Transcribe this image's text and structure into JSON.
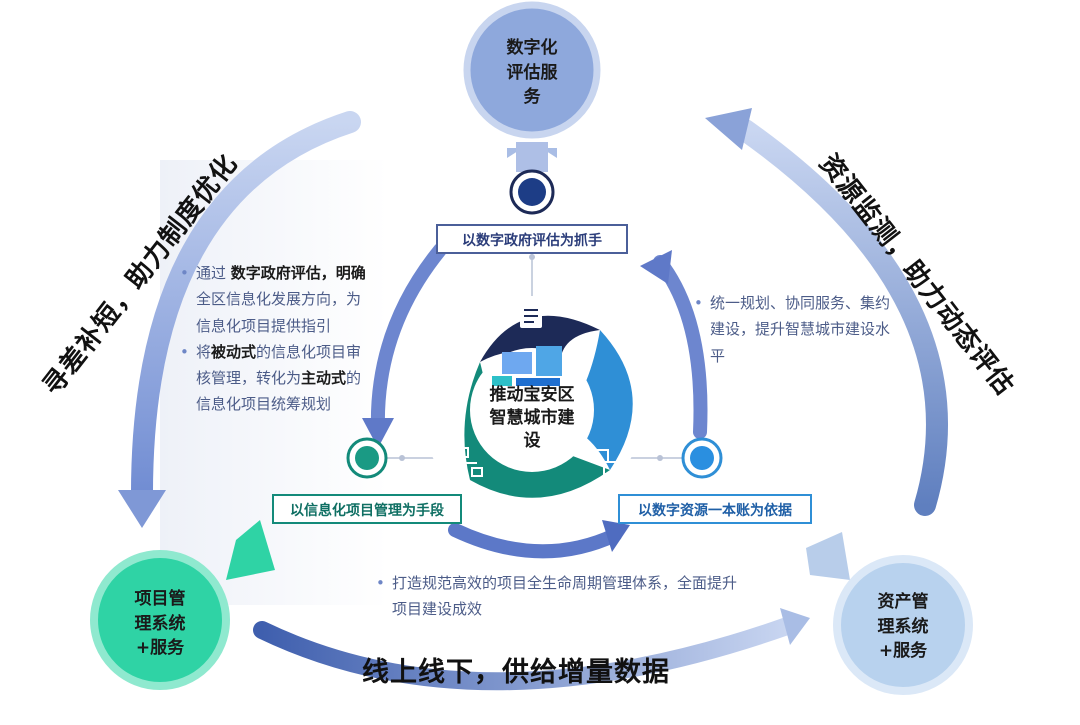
{
  "nodes": {
    "top": {
      "line1": "数字化",
      "line2": "评估服",
      "line3": "务"
    },
    "left": {
      "line1": "项目管",
      "line2": "理系统",
      "line3": "+服务"
    },
    "right": {
      "line1": "资产管",
      "line2": "理系统",
      "line3": "+服务"
    }
  },
  "center": {
    "line1": "推动宝安区",
    "line2": "智慧城市建",
    "line3": "设"
  },
  "tags": {
    "top": "以数字政府评估为抓手",
    "left": "以信息化项目管理为手段",
    "right": "以数字资源一本账为依据"
  },
  "side_labels": {
    "left": "寻差补短，助力制度优化",
    "right": "资源监测，助力动态评估",
    "bottom": "线上线下，供给增量数据"
  },
  "left_panel": {
    "b1_pre": "通过",
    "b1_bold": "数字政府评估，明确",
    "b1_l2": "全区信息化发展方向，为",
    "b1_l3": "信息化项目提供指引",
    "b2_pre": "将",
    "b2_bold1": "被动式",
    "b2_mid": "的信息化项目审",
    "b2_l2_pre": "核管理，转化为",
    "b2_bold2": "主动式",
    "b2_l2_post": "的",
    "b2_l3": "信息化项目统筹规划"
  },
  "right_panel": {
    "l1": "统一规划、协同服务、集约",
    "l2": "建设，提升智慧城市建设水",
    "l3": "平"
  },
  "bottom_panel": {
    "l1": "打造规范高效的项目全生命周期管理体系，全面提升",
    "l2": "项目建设成效"
  },
  "colors": {
    "top_node": "#8ea8dc",
    "left_node": "#2fd3a5",
    "right_node": "#b8d2ee",
    "navy": "#1d2a57",
    "teal": "#138a7a",
    "blue": "#2f8fd6",
    "arrow": "#7f98d6"
  },
  "icons": {
    "node_top": "document-icon",
    "node_left": "network-icon",
    "node_right": "monitor-sync-icon",
    "center": "dashboard-illustration-icon"
  }
}
